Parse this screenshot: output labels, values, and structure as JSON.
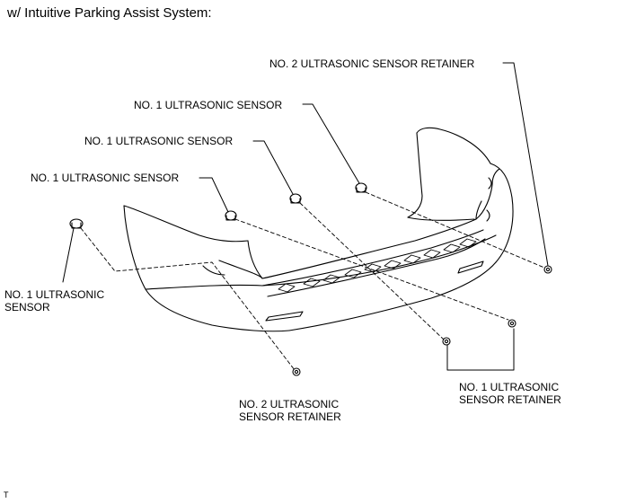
{
  "title": "w/ Intuitive Parking Assist System:",
  "labels": {
    "retainer2_top": "NO. 2 ULTRASONIC SENSOR RETAINER",
    "sensor1_a": "NO. 1 ULTRASONIC SENSOR",
    "sensor1_b": "NO. 1 ULTRASONIC SENSOR",
    "sensor1_c": "NO. 1 ULTRASONIC SENSOR",
    "sensor1_left": "NO. 1 ULTRASONIC\nSENSOR",
    "retainer2_bottom": "NO. 2 ULTRASONIC\nSENSOR RETAINER",
    "retainer1_bottom": "NO. 1 ULTRASONIC\nSENSOR RETAINER"
  },
  "figure_code": "T"
}
